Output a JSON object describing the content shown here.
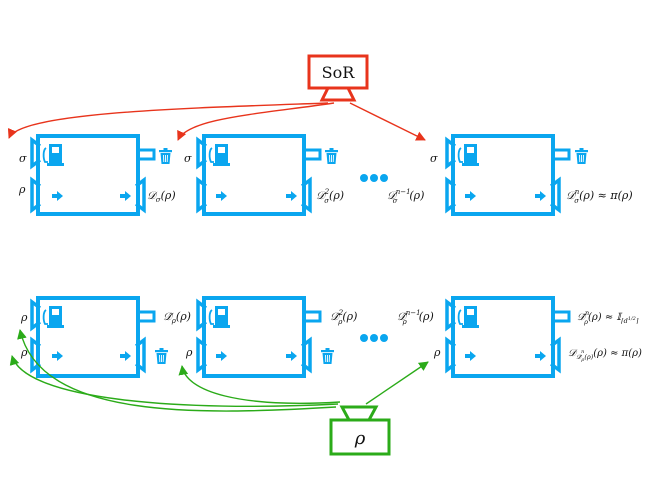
{
  "source": {
    "label": "SoR",
    "color": "#e8341c"
  },
  "input_source": {
    "label": "ρ",
    "color": "#2bab19"
  },
  "machine_color": "#0aa6ef",
  "top_row": {
    "sigma_label": "σ",
    "rho_label": "ρ",
    "out1_main": "𝒟",
    "out1_sub": "σ",
    "out1_arg": "(ρ)",
    "out2_main": "𝒟",
    "out2_sup": "2",
    "out2_sub": "σ",
    "out2_arg": "(ρ)",
    "outn1_main": "𝒟",
    "outn1_sup": "n−1",
    "outn1_sub": "σ",
    "outn1_arg": "(ρ)",
    "outn_main": "𝒟",
    "outn_sup": "n",
    "outn_sub": "σ",
    "outn_arg": "(ρ) ≈ π(ρ)"
  },
  "bottom_row": {
    "rho_label": "ρ",
    "out1_main": "𝒟̃",
    "out1_sub": "ρ",
    "out1_arg": "(ρ)",
    "out2_main": "𝒟̃",
    "out2_sup": "2",
    "out2_sub": "ρ",
    "out2_arg": "(ρ)",
    "outn1_main": "𝒟̃",
    "outn1_sup": "n−1",
    "outn1_sub": "ρ",
    "outn1_arg": "(ρ)",
    "outn_main": "𝒟̃",
    "outn_sup": "n",
    "outn_sub": "ρ",
    "outn_arg": "(ρ) ≈ 𝕀",
    "outn_ident_sub": "⌈d",
    "outn_ident_sup": "1/2",
    "outn_ident_close": "⌉",
    "outn_b_main": "𝒟",
    "outn_b_sub": "𝒟̃",
    "outn_b_subsub": "ρ",
    "outn_b_subsup": "n",
    "outn_b_arg": "(ρ) ≈ π(ρ)",
    "outn_b_subarg": "(ρ)"
  }
}
